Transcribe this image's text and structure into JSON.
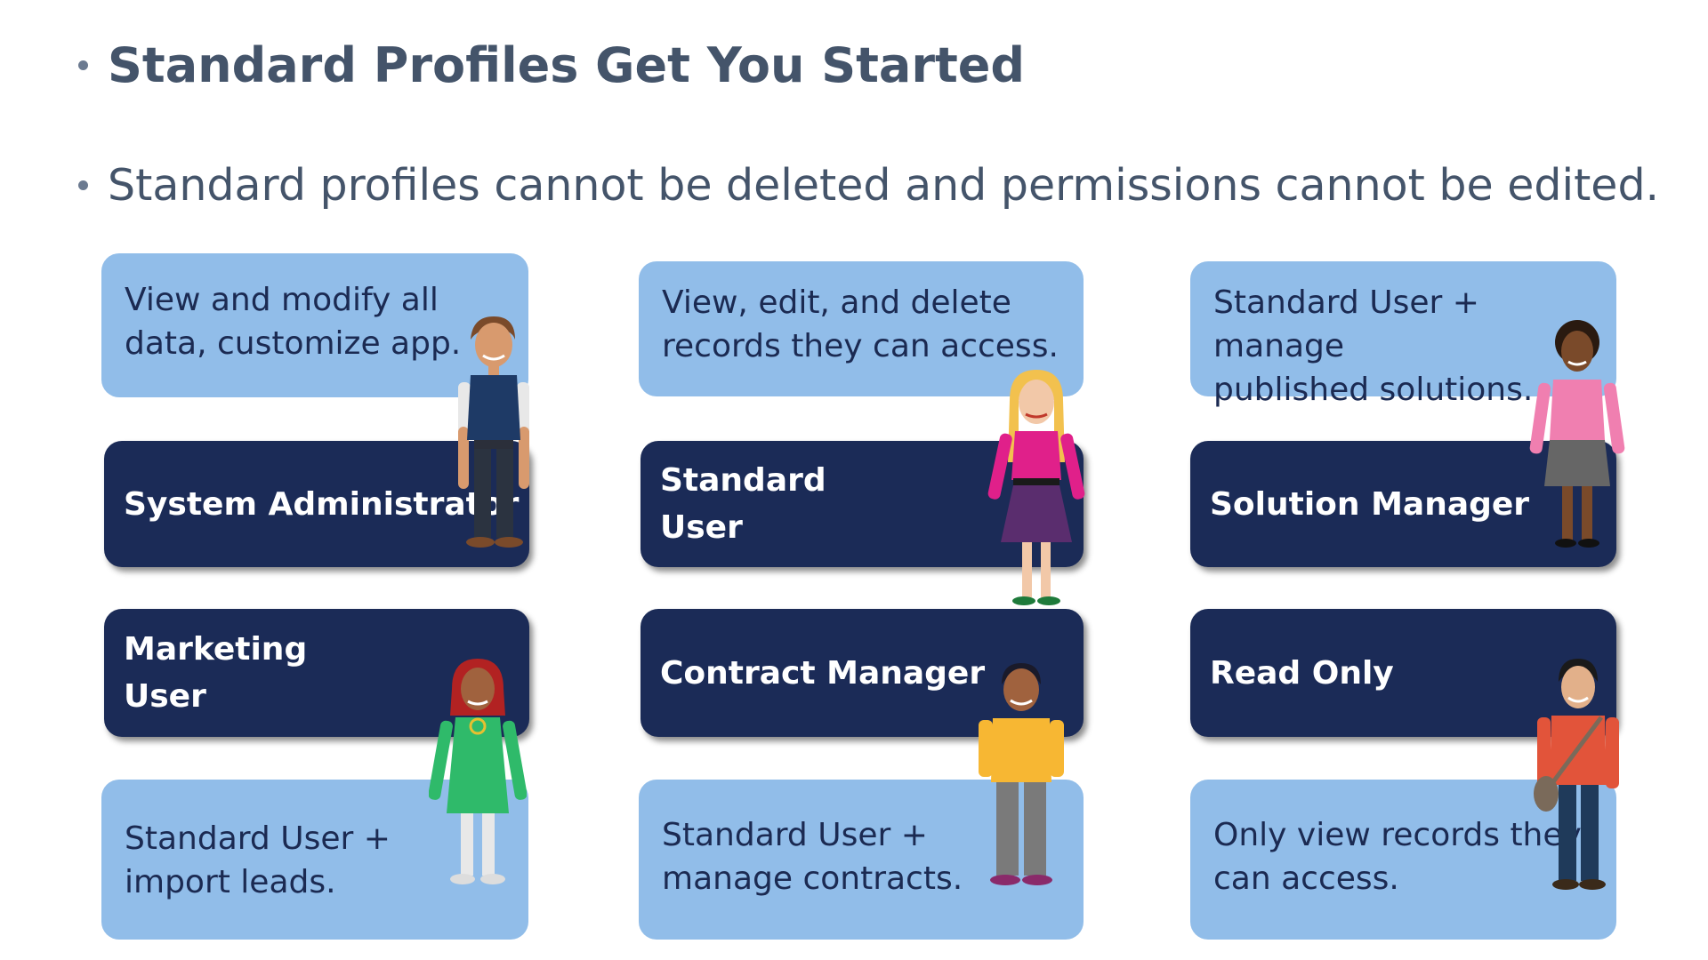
{
  "title": "Standard Profiles Get You Started",
  "subtitle": "Standard profiles cannot be deleted and permissions cannot be edited.",
  "profiles": [
    {
      "name": "System   Administrator",
      "description": "View and modify all\ndata, customize app."
    },
    {
      "name": "Standard\nUser",
      "description": "View, edit, and delete\nrecords they can access."
    },
    {
      "name": "Solution Manager",
      "description": "Standard User + manage\npublished solutions."
    },
    {
      "name": "Marketing\nUser",
      "description": "Standard User +\nimport leads."
    },
    {
      "name": "Contract Manager",
      "description": "Standard User +\nmanage contracts."
    },
    {
      "name": "Read Only",
      "description": "Only view records  they\ncan access."
    }
  ],
  "colors": {
    "title_text": "#44546a",
    "light_card": "#91bde9",
    "dark_card": "#1b2b57",
    "light_card_text": "#1b2a52"
  },
  "characters": [
    "man-in-navy-vest-icon",
    "woman-in-pink-top-icon",
    "woman-in-pink-sweater-icon",
    "woman-in-green-dress-icon",
    "man-in-yellow-shirt-icon",
    "man-with-messenger-bag-icon"
  ]
}
